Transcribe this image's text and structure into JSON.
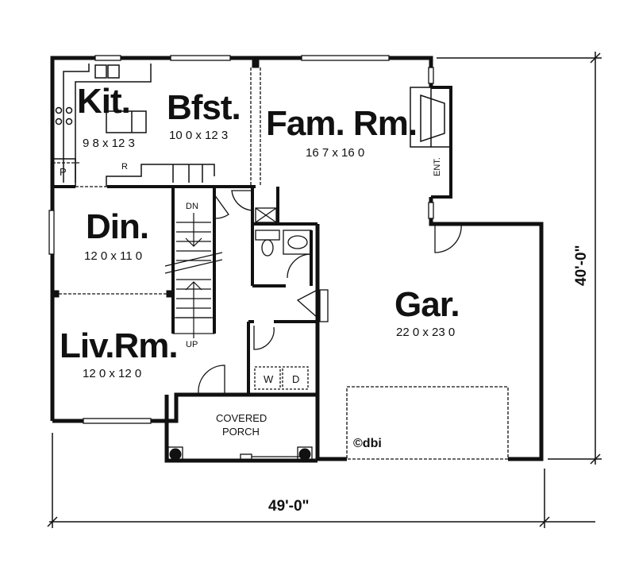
{
  "rooms": {
    "kitchen": {
      "name": "Kit.",
      "size": "9 8 x 12 3"
    },
    "breakfast": {
      "name": "Bfst.",
      "size": "10 0 x 12 3"
    },
    "family_room": {
      "name": "Fam. Rm.",
      "size": "16 7 x 16 0"
    },
    "dining": {
      "name": "Din.",
      "size": "12 0 x 11 0"
    },
    "living_room": {
      "name": "Liv.Rm.",
      "size": "12 0 x 12 0"
    },
    "garage": {
      "name": "Gar.",
      "size": "22 0 x 23 0"
    },
    "porch": {
      "line1": "COVERED",
      "line2": "PORCH"
    }
  },
  "labels": {
    "pantry": "P",
    "refrigerator": "R",
    "entertainment": "ENT.",
    "stair_down": "DN",
    "stair_up": "UP",
    "washer": "W",
    "dryer": "D",
    "copyright": "©dbi"
  },
  "dimensions": {
    "width": "49'-0\"",
    "depth": "40'-0\""
  }
}
